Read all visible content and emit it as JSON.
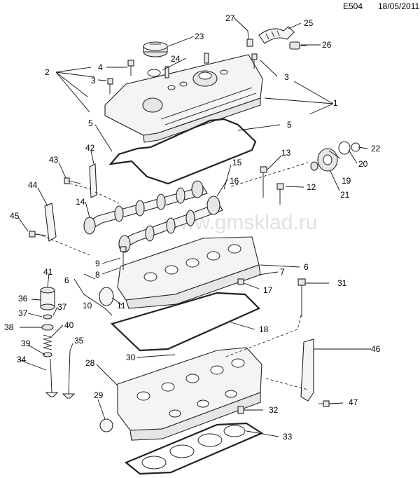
{
  "header": {
    "code": "E504",
    "date": "18/05/2011"
  },
  "watermark": "www.gmsklad.ru",
  "callouts": {
    "n1": "1",
    "n2": "2",
    "n3a": "3",
    "n3b": "3",
    "n4": "4",
    "n5a": "5",
    "n5b": "5",
    "n6a": "6",
    "n6b": "6",
    "n7": "7",
    "n8": "8",
    "n9": "9",
    "n10": "10",
    "n11": "11",
    "n12": "12",
    "n13": "13",
    "n14": "14",
    "n15": "15",
    "n16": "16",
    "n17": "17",
    "n18": "18",
    "n19": "19",
    "n20": "20",
    "n21": "21",
    "n22": "22",
    "n23": "23",
    "n24": "24",
    "n25": "25",
    "n26": "26",
    "n27": "27",
    "n28": "28",
    "n29": "29",
    "n30": "30",
    "n31": "31",
    "n32": "32",
    "n33": "33",
    "n34": "34",
    "n35": "35",
    "n36": "36",
    "n37a": "37",
    "n37b": "37",
    "n38": "38",
    "n39": "39",
    "n40": "40",
    "n41": "41",
    "n42": "42",
    "n43": "43",
    "n44": "44",
    "n45": "45",
    "n46": "46",
    "n47": "47"
  }
}
